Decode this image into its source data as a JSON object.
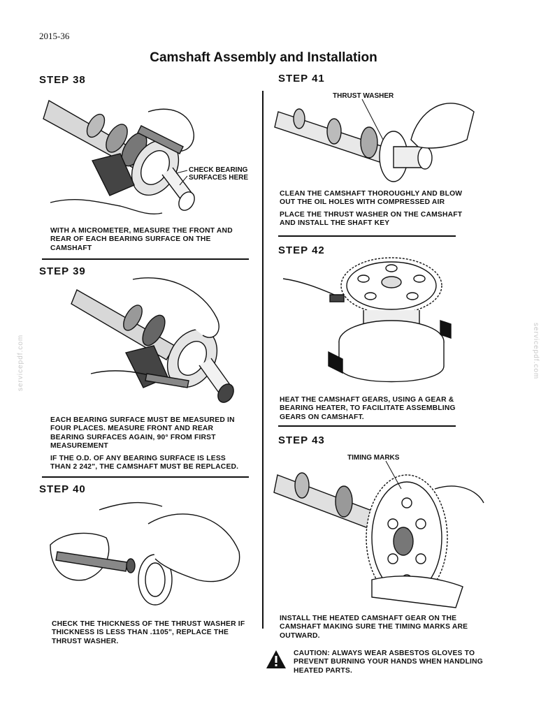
{
  "page_number": "2015-36",
  "title": "Camshaft Assembly and Installation",
  "watermark": "servicepdf.com",
  "steps": [
    {
      "label": "STEP 38",
      "callout": "CHECK BEARING SURFACES HERE",
      "text": [
        "WITH A MICROMETER, MEASURE THE FRONT AND REAR OF EACH BEARING SURFACE ON THE CAMSHAFT"
      ]
    },
    {
      "label": "STEP 39",
      "text": [
        "EACH BEARING SURFACE MUST BE MEASURED IN FOUR PLACES. MEASURE FRONT AND REAR BEARING SURFACES AGAIN, 90° FROM FIRST MEASUREMENT",
        "IF THE O.D. OF ANY BEARING SURFACE IS LESS THAN 2 242\", THE CAMSHAFT MUST BE REPLACED."
      ]
    },
    {
      "label": "STEP 40",
      "text": [
        "CHECK THE THICKNESS OF THE THRUST WASHER IF THICKNESS IS LESS THAN .1105\", REPLACE THE THRUST WASHER."
      ]
    },
    {
      "label": "STEP 41",
      "callout": "THRUST WASHER",
      "text": [
        "CLEAN THE CAMSHAFT THOROUGHLY AND BLOW OUT THE OIL HOLES WITH COMPRESSED AIR",
        "PLACE THE THRUST WASHER ON THE CAMSHAFT AND INSTALL THE SHAFT KEY"
      ]
    },
    {
      "label": "STEP 42",
      "text": [
        "HEAT THE CAMSHAFT GEARS, USING A GEAR & BEARING HEATER, TO FACILITATE ASSEMBLING GEARS ON CAMSHAFT."
      ]
    },
    {
      "label": "STEP 43",
      "callout": "TIMING MARKS",
      "text": [
        "INSTALL THE HEATED CAMSHAFT GEAR ON THE CAMSHAFT MAKING SURE THE TIMING MARKS ARE OUTWARD."
      ]
    }
  ],
  "caution": {
    "icon": "warning-triangle-icon",
    "text": "CAUTION: ALWAYS WEAR ASBESTOS GLOVES TO PREVENT BURNING YOUR HANDS WHEN HANDLING HEATED PARTS."
  }
}
